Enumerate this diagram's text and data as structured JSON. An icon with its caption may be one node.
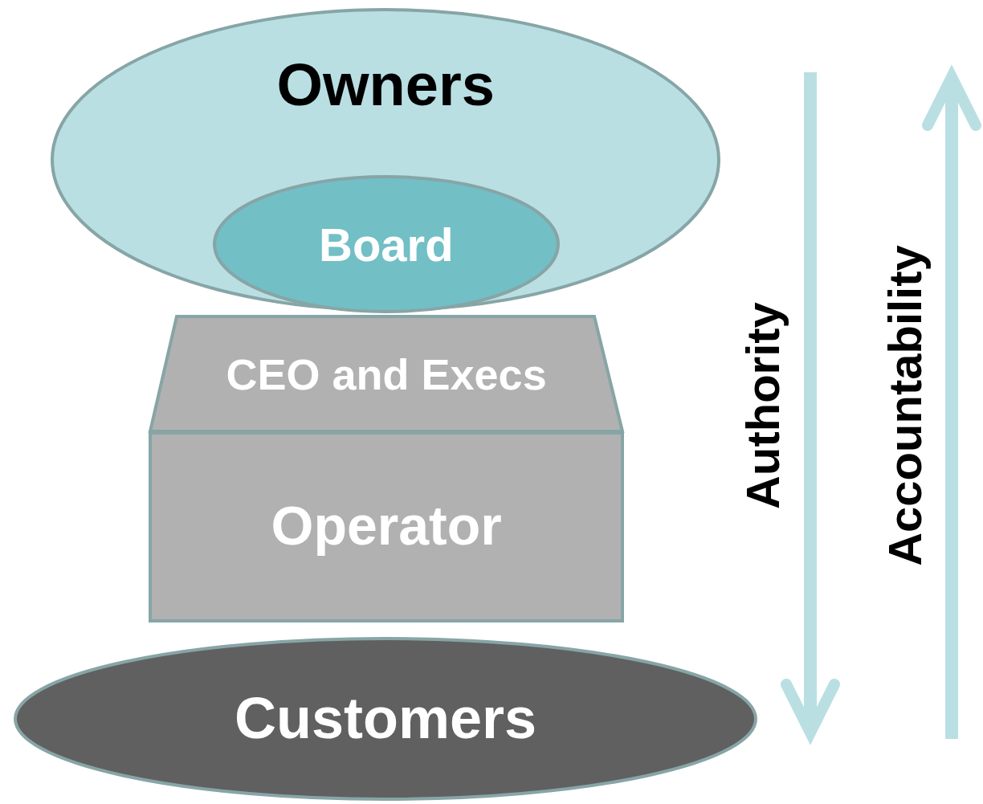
{
  "diagram": {
    "nodes": [
      {
        "text": [
          "Owners"
        ]
      },
      {
        "text": [
          "Board"
        ],
        "in": 0
      },
      {
        "text": [
          "CEO and Execs"
        ]
      },
      {
        "text": [
          "Operator"
        ]
      },
      {
        "text": [
          "Customers"
        ]
      }
    ],
    "labels": [
      "Authority",
      "Accountability"
    ]
  }
}
